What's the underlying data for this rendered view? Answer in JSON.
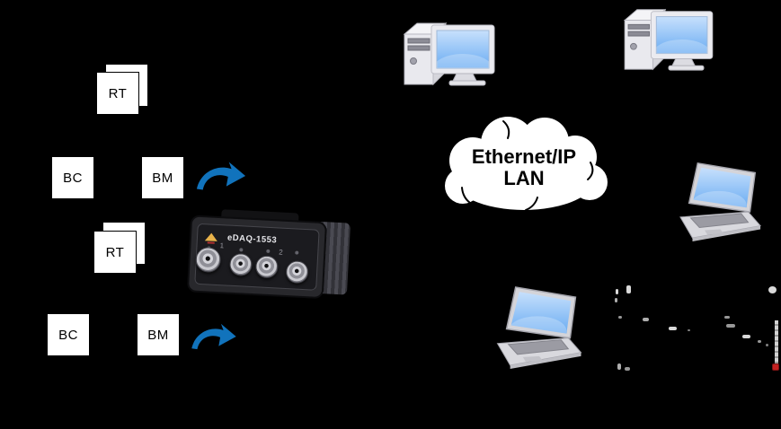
{
  "diagram": {
    "bus_clusters": [
      {
        "rt_label": "RT",
        "bc_label": "BC",
        "bm_label": "BM"
      },
      {
        "rt_label": "RT",
        "bc_label": "BC",
        "bm_label": "BM"
      }
    ],
    "device": {
      "model": "eDAQ-1553",
      "channel_1_label": "1",
      "channel_2_label": "2"
    },
    "cloud": {
      "line1": "Ethernet/IP",
      "line2": "LAN"
    }
  },
  "colors": {
    "background": "#000000",
    "arrow_blue": "#1173BC",
    "node_box_fill": "#FFFFFF",
    "node_box_text": "#000000",
    "cloud_fill": "#FFFFFF",
    "cloud_text": "#000000",
    "screen_blue_top": "#C7E0FC",
    "screen_blue_bottom": "#6AACF2",
    "device_body": "#28282C",
    "device_logo_yellow": "#E8B24A",
    "antenna_tip_red": "#C42222"
  }
}
